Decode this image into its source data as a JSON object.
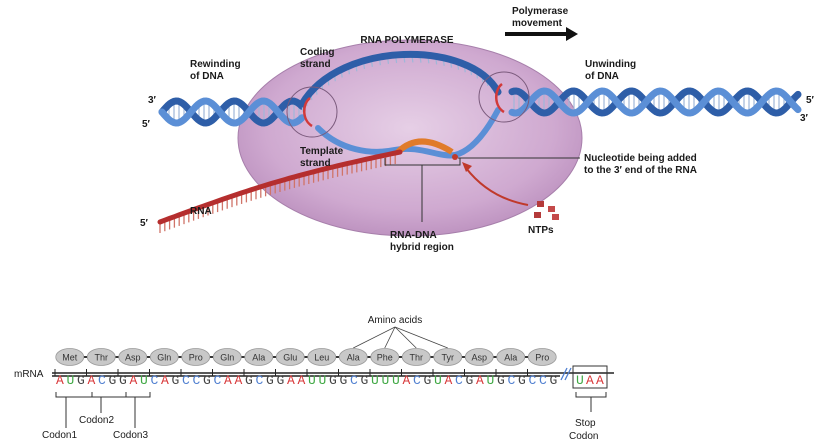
{
  "transcription": {
    "polymerase_label": "RNA POLYMERASE",
    "movement_label": [
      "Polymerase",
      "movement"
    ],
    "coding_strand": [
      "Coding",
      "strand"
    ],
    "rewinding": [
      "Rewinding",
      "of DNA"
    ],
    "unwinding": [
      "Unwinding",
      "of DNA"
    ],
    "template_strand": [
      "Template",
      "strand"
    ],
    "nucleotide_added": [
      "Nucleotide being added",
      "to the 3′ end of the RNA"
    ],
    "rna_label": "RNA",
    "ntps_label": "NTPs",
    "hybrid_region": [
      "RNA-DNA",
      "hybrid region"
    ],
    "end_3_left": "3′",
    "end_5_left": "5′",
    "end_5_right": "5′",
    "end_3_right": "3′",
    "end_5_rna": "5′"
  },
  "translation": {
    "amino_acids_label": "Amino acids",
    "mrna_label": "mRNA",
    "amino_acids": [
      "Met",
      "Thr",
      "Asp",
      "Gln",
      "Pro",
      "Gln",
      "Ala",
      "Glu",
      "Leu",
      "Ala",
      "Phe",
      "Thr",
      "Tyr",
      "Asp",
      "Ala",
      "Pro"
    ],
    "sequence": "AUGACGGAUCAGCCGCAAGCGGAAUUGGCGUUUACGUACGAUGCGCCG",
    "stop_codon": "UAA",
    "codon1": "Codon1",
    "codon2": "Codon2",
    "codon3": "Codon3",
    "stop_label": [
      "Stop",
      "Codon"
    ],
    "base_colors": {
      "A": "#d8383a",
      "U": "#3fa843",
      "G": "#444444",
      "C": "#4f7fd0"
    }
  }
}
